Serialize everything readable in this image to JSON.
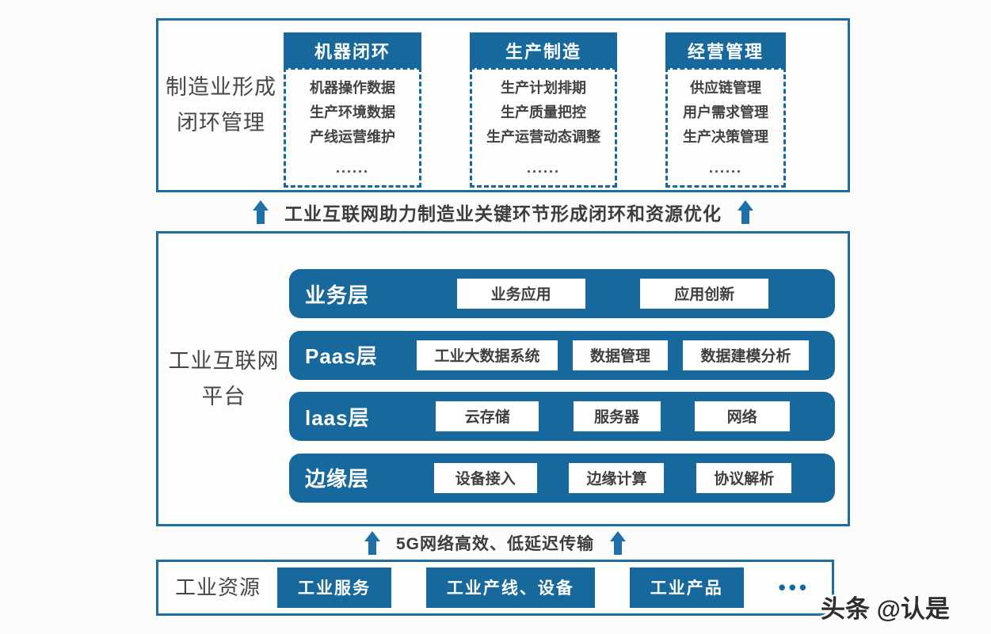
{
  "colors": {
    "primary": "#17689d",
    "border": "#1e6f9f",
    "arrow": "#1e71a8",
    "text_dark": "#474747"
  },
  "top_section": {
    "label_line1": "制造业形成",
    "label_line2": "闭环管理",
    "groups": [
      {
        "header": "机器闭环",
        "items": [
          "机器操作数据",
          "生产环境数据",
          "产线运营维护"
        ],
        "ellipsis": "......"
      },
      {
        "header": "生产制造",
        "items": [
          "生产计划排期",
          "生产质量把控",
          "生产运营动态调整"
        ],
        "ellipsis": "......"
      },
      {
        "header": "经营管理",
        "items": [
          "供应链管理",
          "用户需求管理",
          "生产决策管理"
        ],
        "ellipsis": "......"
      }
    ]
  },
  "arrow_band_top": {
    "text": "工业互联网助力制造业关键环节形成闭环和资源优化"
  },
  "platform_section": {
    "label_line1": "工业互联网",
    "label_line2": "平台",
    "layers": [
      {
        "name": "业务层",
        "boxes": [
          "业务应用",
          "应用创新"
        ]
      },
      {
        "name": "Paas层",
        "boxes": [
          "工业大数据系统",
          "数据管理",
          "数据建模分析"
        ]
      },
      {
        "name": "laas层",
        "boxes": [
          "云存储",
          "服务器",
          "网络"
        ]
      },
      {
        "name": "边缘层",
        "boxes": [
          "设备接入",
          "边缘计算",
          "协议解析"
        ]
      }
    ]
  },
  "arrow_band_bottom": {
    "text": "5G网络高效、低延迟传输"
  },
  "resources_section": {
    "label": "工业资源",
    "boxes": [
      "工业服务",
      "工业产线、设备",
      "工业产品"
    ],
    "more": "•••"
  },
  "watermark": "头条 @认是"
}
